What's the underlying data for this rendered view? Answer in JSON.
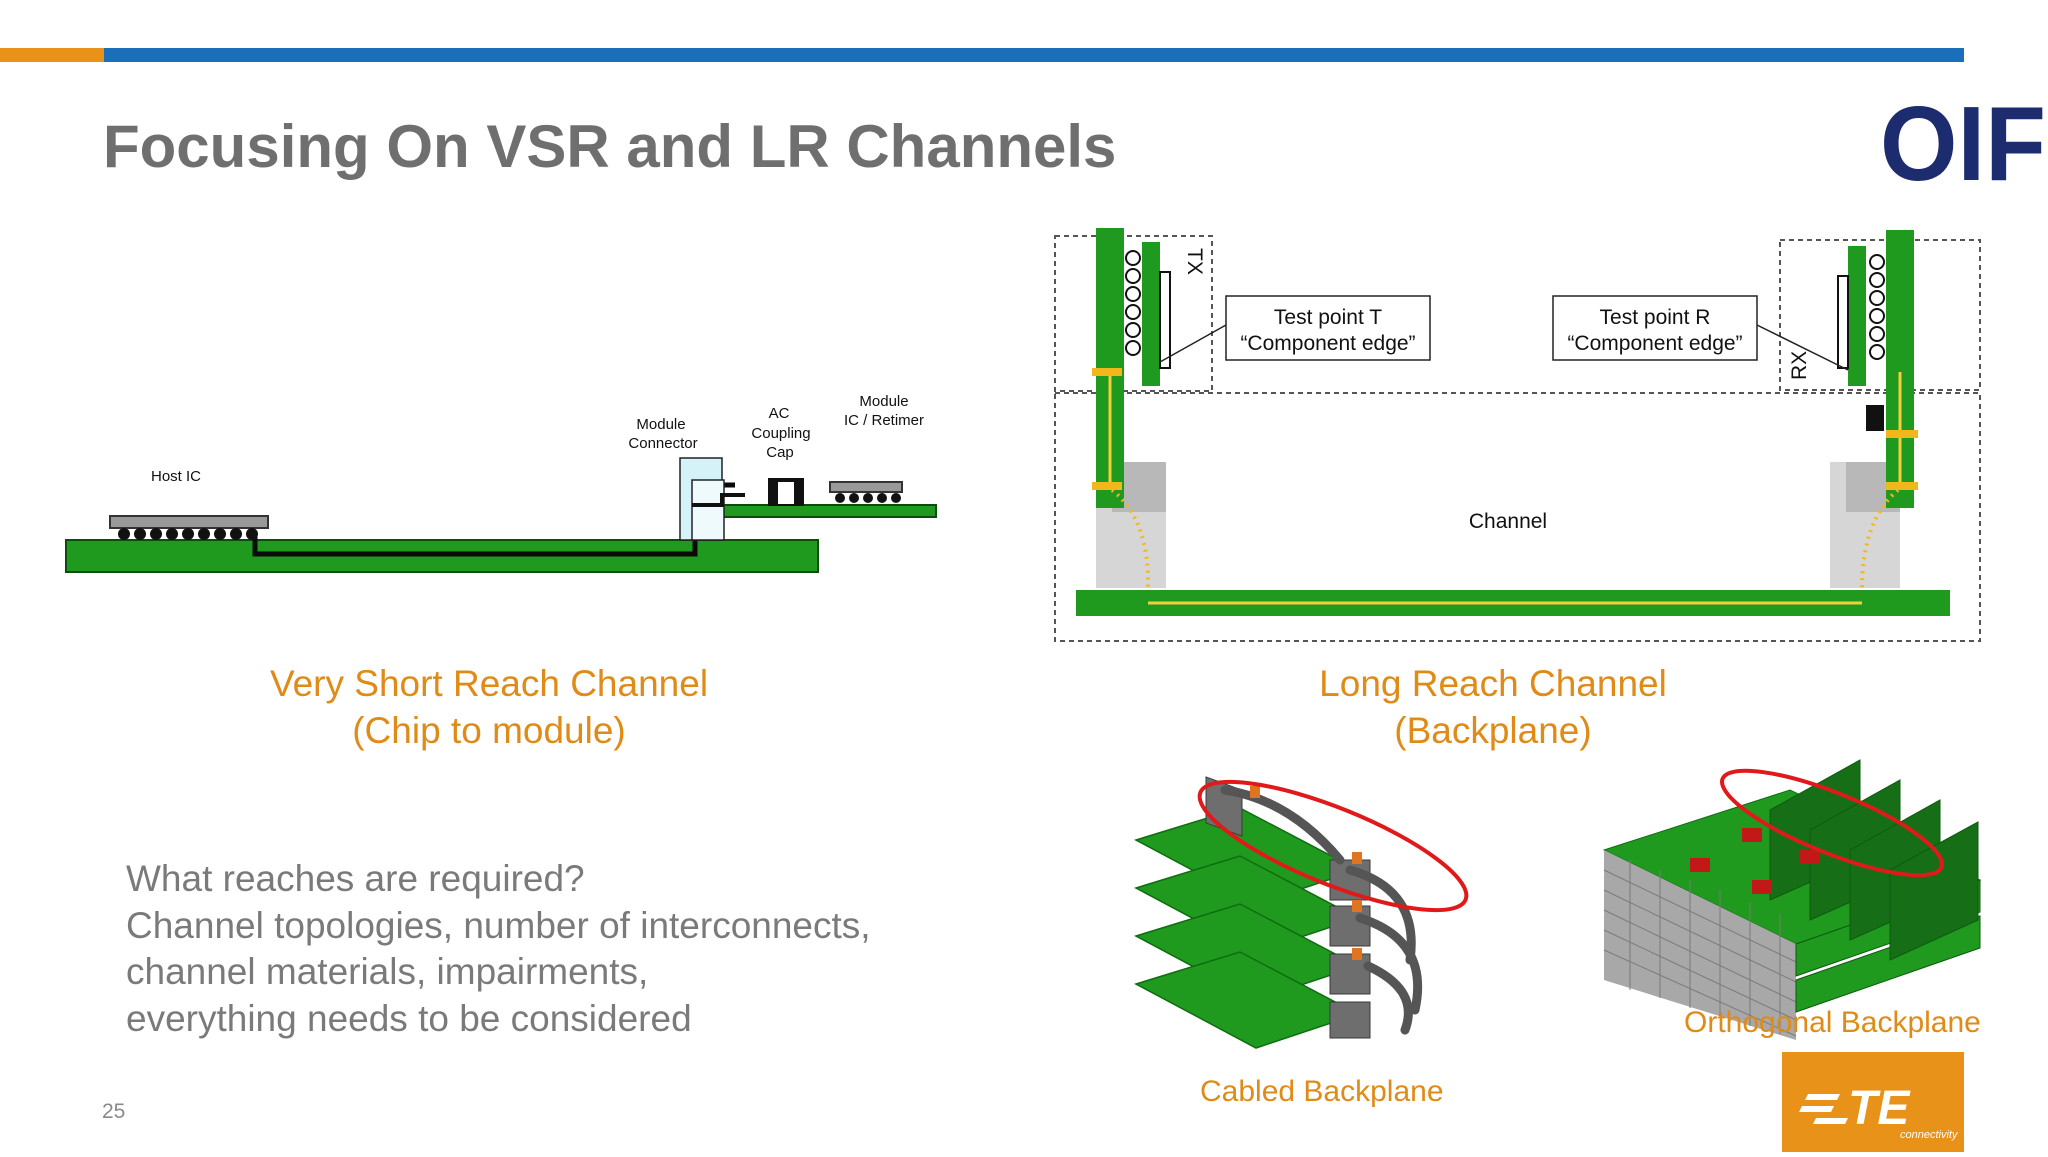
{
  "slide": {
    "title": "Focusing On VSR and LR Channels",
    "number": "25",
    "logo_oif": "OIF",
    "logo_te": "TE",
    "logo_te_tagline": "connectivity"
  },
  "vsr_diagram": {
    "host_ic": "Host IC",
    "module_connector": [
      "Module",
      "Connector"
    ],
    "ac_coupling_cap": [
      "AC",
      "Coupling",
      "Cap"
    ],
    "module_ic": [
      "Module",
      "IC / Retimer"
    ]
  },
  "lr_diagram": {
    "tx": "TX",
    "rx": "RX",
    "test_point_t": [
      "Test point T",
      "“Component edge”"
    ],
    "test_point_r": [
      "Test point R",
      "“Component edge”"
    ],
    "channel": "Channel"
  },
  "captions": {
    "vsr_line1": "Very Short Reach Channel",
    "vsr_line2": "(Chip to module)",
    "lr_line1": "Long Reach Channel",
    "lr_line2": "(Backplane)",
    "cabled": "Cabled Backplane",
    "orthogonal": "Orthogonal Backplane"
  },
  "body": {
    "lines": [
      "What reaches are required?",
      "Channel topologies, number of interconnects,",
      "channel materials, impairments,",
      "everything needs to be considered"
    ]
  },
  "colors": {
    "accent_orange": "#e8921a",
    "accent_blue": "#1b6fb8",
    "pcb_green": "#1f9a1f",
    "oif_navy": "#1c2c6e"
  }
}
